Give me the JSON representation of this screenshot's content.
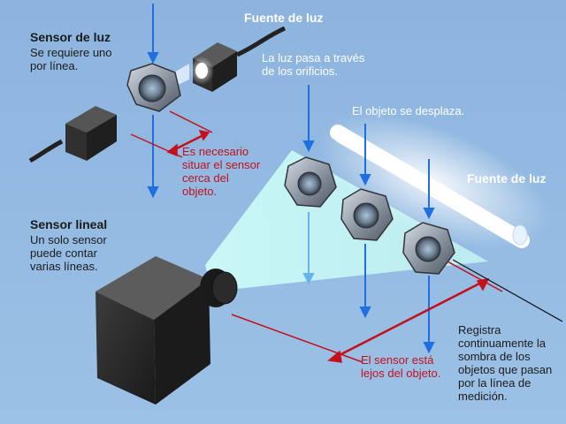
{
  "labels": {
    "sensor_luz_title": "Sensor de luz",
    "sensor_luz_desc": [
      "Se requiere uno",
      "por línea."
    ],
    "fuente_luz_top": "Fuente de luz",
    "luz_pasa": [
      "La luz pasa a través",
      "de los orificios."
    ],
    "objeto_desplaza": "El objeto se desplaza.",
    "fuente_luz_right": "Fuente de luz",
    "necesario": [
      "Es necesario",
      "situar el sensor",
      "cerca del",
      "objeto."
    ],
    "sensor_lineal_title": "Sensor lineal",
    "sensor_lineal_desc": [
      "Un solo sensor",
      "puede contar",
      "varias líneas."
    ],
    "sensor_lejos": [
      "El sensor está",
      "lejos del objeto."
    ],
    "registra": [
      "Registra",
      "continuamente la",
      "sombra de los",
      "objetos que pasan",
      "por la línea de",
      "medición."
    ]
  },
  "colors": {
    "background": "#8fb6df",
    "beam_arrow": "#1e6fe0",
    "annotation_red": "#c4101c",
    "white_text": "#ffffff",
    "light_fan": "#b8f0ee"
  }
}
